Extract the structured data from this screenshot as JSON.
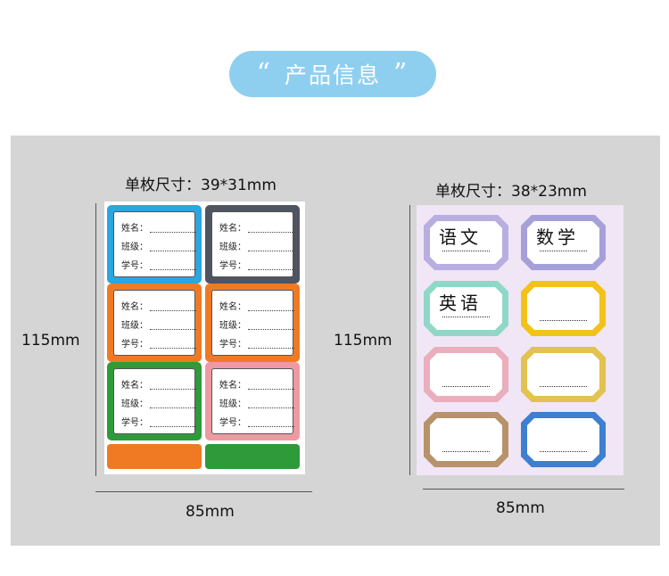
{
  "header": {
    "open_quote": "“",
    "title": "产品信息",
    "close_quote": "”"
  },
  "left_product": {
    "size_label": "单枚尺寸：39*31mm",
    "height_label": "115mm",
    "width_label": "85mm",
    "field_labels": [
      "姓名：",
      "班级：",
      "学号："
    ],
    "sticker_colors": [
      "#2aa6e0",
      "#4f5461",
      "#f07a24",
      "#f07a24",
      "#2f9a3a",
      "#ee9aa2"
    ],
    "bottom_strip_colors": [
      "#f07a24",
      "#2f9a3a"
    ]
  },
  "right_product": {
    "size_label": "单枚尺寸：38*23mm",
    "height_label": "115mm",
    "width_label": "85mm",
    "subject_words": [
      "语文",
      "数学",
      "英语"
    ],
    "sticker_colors": [
      "#b8aee0",
      "#a6a0da",
      "#8fd8c8",
      "#f2c21a",
      "#eaaebd",
      "#e2c250",
      "#b8926a",
      "#3e7fd0"
    ]
  }
}
